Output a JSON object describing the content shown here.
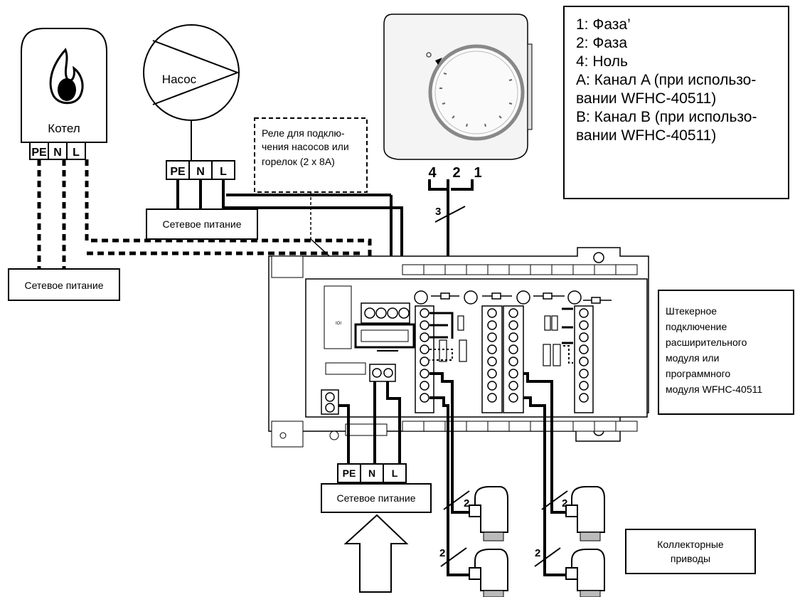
{
  "legend": {
    "lines": [
      "1: Фаза’",
      "2: Фаза",
      "4: Ноль",
      "A: Канал A (при использо-",
      "вании WFHC-40511)",
      "B: Канал B (при использо-",
      "вании WFHC-40511)"
    ]
  },
  "boiler": {
    "label": "Котел",
    "terminals": [
      "PE",
      "N",
      "L"
    ]
  },
  "pump": {
    "label": "Насос",
    "terminals": [
      "PE",
      "N",
      "L"
    ]
  },
  "relay_note": {
    "lines": [
      "Реле для подклю-",
      "чения насосов или",
      "горелок (2 x 8A)"
    ]
  },
  "power": {
    "pump_supply": "Сетевое питание",
    "boiler_supply": "Сетевое питание",
    "main_supply": "Сетевое питание",
    "main_terminals": [
      "PE",
      "N",
      "L"
    ]
  },
  "thermostat": {
    "terminals": [
      "4",
      "2",
      "1"
    ]
  },
  "cable_counts": {
    "thermostat": "3",
    "actuator_1": "2",
    "actuator_2": "2",
    "actuator_3": "2",
    "actuator_4": "2"
  },
  "plug_note": {
    "lines": [
      "Штекерное",
      "подключение",
      "расширительного",
      "модуля или",
      "программного",
      "модуля WFHC-40511"
    ]
  },
  "actuators_note": {
    "lines": [
      "Коллекторные",
      "приводы"
    ]
  }
}
